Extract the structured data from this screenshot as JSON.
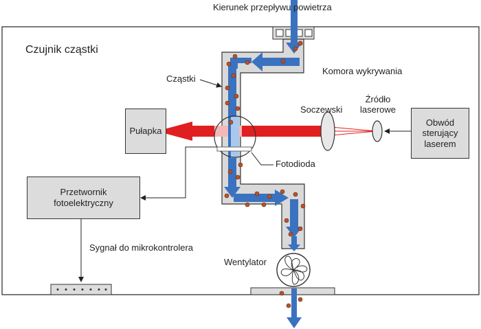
{
  "diagram": {
    "airflow_label": "Kierunek przepływu powietrza",
    "sensor_title": "Czujnik cząstki",
    "detection_chamber": "Komora wykrywania",
    "particles": "Cząstki",
    "trap": "Pułapka",
    "lens": "Soczewski",
    "laser_source_line1": "Źródło",
    "laser_source_line2": "laserowe",
    "laser_driver_line1": "Obwód",
    "laser_driver_line2": "sterujący",
    "laser_driver_line3": "laserem",
    "photodiode": "Fotodioda",
    "converter_line1": "Przetwornik",
    "converter_line2": "fotoelektryczny",
    "signal": "Sygnał do mikrokontrolera",
    "fan": "Wentylator"
  },
  "colors": {
    "air_arrow": "#3a72c0",
    "laser": "#e02020",
    "chamber_fill": "#d9d9d9",
    "particle": "#b5532a"
  }
}
